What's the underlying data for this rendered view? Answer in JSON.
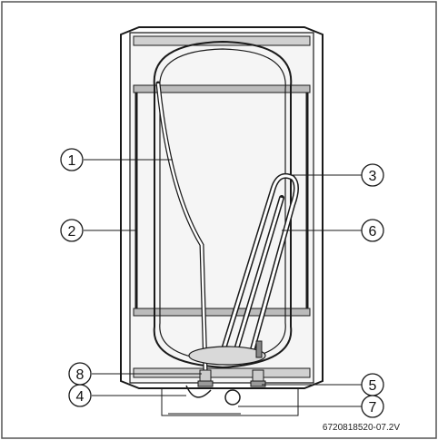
{
  "figure": {
    "reference_code": "6720818520-07.2V",
    "callouts": [
      {
        "number": "1"
      },
      {
        "number": "2"
      },
      {
        "number": "3"
      },
      {
        "number": "4"
      },
      {
        "number": "5"
      },
      {
        "number": "6"
      },
      {
        "number": "7"
      },
      {
        "number": "8"
      }
    ]
  },
  "colors": {
    "stroke": "#1a1a1a",
    "fill_gray": "#d9d9d9",
    "background": "#ffffff"
  }
}
